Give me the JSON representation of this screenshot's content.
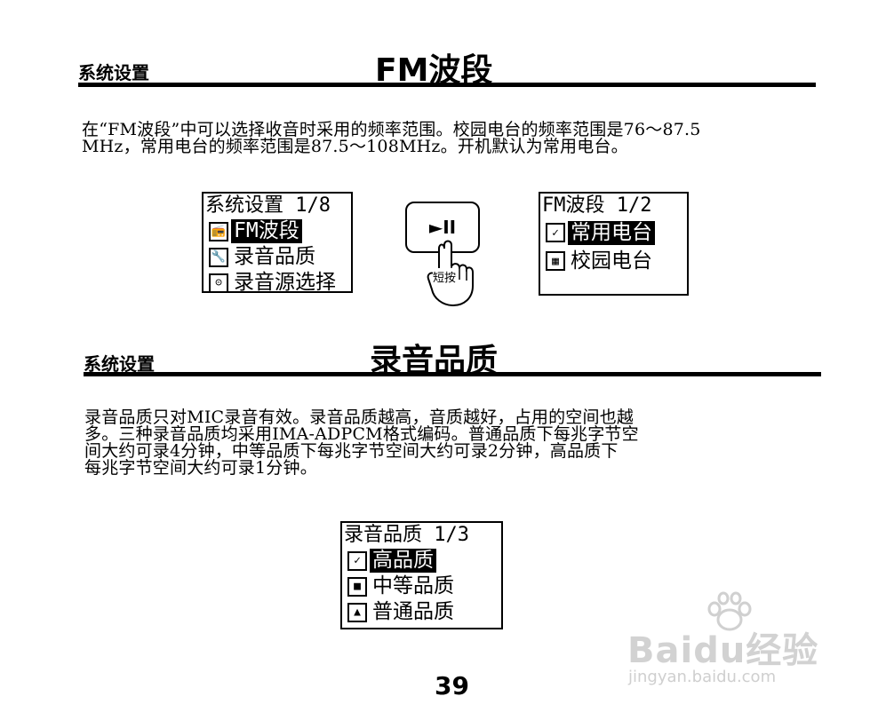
{
  "section1": {
    "label": "系统设置",
    "title": "FM波段",
    "paragraph_lines": [
      "在“FM波段”中可以选择收音时采用的频率范围。校园电台的频率范围是76～87.5",
      "MHz，常用电台的频率范围是87.5～108MHz。开机默认为常用电台。"
    ]
  },
  "screen_system": {
    "header": "系统设置 1/8",
    "items": [
      {
        "icon": "fm-icon",
        "label": "FM波段",
        "selected": true
      },
      {
        "icon": "wrench-icon",
        "label": "录音品质",
        "selected": false
      },
      {
        "icon": "source-icon",
        "label": "录音源选择",
        "selected": false
      }
    ]
  },
  "button": {
    "symbol": "►II",
    "caption": "短按",
    "icon": "hand-press-icon"
  },
  "screen_fm": {
    "header": "FM波段  1/2",
    "items": [
      {
        "icon": "check-icon",
        "label": "常用电台",
        "selected": true
      },
      {
        "icon": "campus-icon",
        "label": "校园电台",
        "selected": false
      }
    ]
  },
  "section2": {
    "label": "系统设置",
    "title": "录音品质",
    "paragraph_lines": [
      "录音品质只对MIC录音有效。录音品质越高，音质越好，占用的空间也越",
      "多。三种录音品质均采用IMA-ADPCM格式编码。普通品质下每兆字节空",
      "间大约可录4分钟，中等品质下每兆字节空间大约可录2分钟，高品质下",
      "每兆字节空间大约可录1分钟。"
    ]
  },
  "screen_quality": {
    "header": "录音品质 1/3",
    "items": [
      {
        "icon": "check-icon",
        "label": "高品质",
        "selected": true
      },
      {
        "icon": "square-icon",
        "label": "中等品质",
        "selected": false
      },
      {
        "icon": "triangle-icon",
        "label": "普通品质",
        "selected": false
      }
    ]
  },
  "page_number": "39",
  "watermark": {
    "brand": "Baidu经验",
    "url": "jingyan.baidu.com"
  }
}
